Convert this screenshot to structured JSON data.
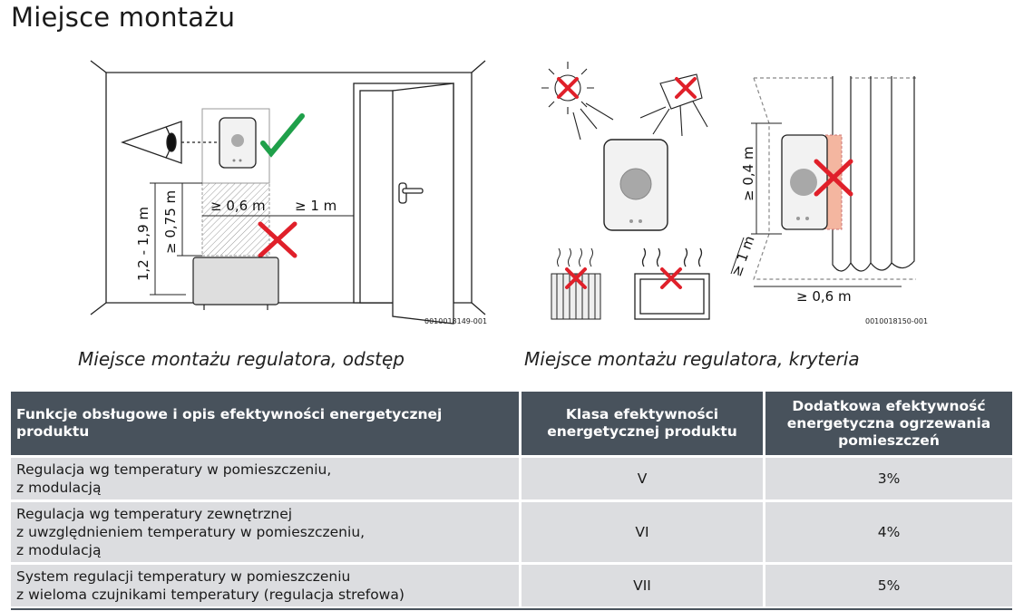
{
  "page": {
    "title": "Miejsce montażu"
  },
  "figures": {
    "left": {
      "caption": "Miejsce montażu regulatora, odstęp",
      "code": "0010018149-001",
      "dims": {
        "height_range": "1,2 - 1,9 m",
        "min_height": "≥ 0,75 m",
        "min_width": "≥ 0,6 m",
        "door_distance": "≥ 1 m"
      }
    },
    "right": {
      "caption": "Miejsce montażu regulatora, kryteria",
      "code": "0010018150-001",
      "dims": {
        "min_height": "≥ 0,4 m",
        "min_depth": "≥ 1 m",
        "min_width": "≥ 0,6 m"
      }
    }
  },
  "table": {
    "headers": [
      "Funkcje obsługowe i opis efektywności energetycznej produktu",
      "Klasa efektywności energetycznej produktu",
      "Dodatkowa efektywność energetyczna ogrzewania pomieszczeń"
    ],
    "rows": [
      {
        "description": "Regulacja wg temperatury w pomieszczeniu,\nz modulacją",
        "class": "V",
        "efficiency": "3%"
      },
      {
        "description": "Regulacja wg temperatury zewnętrznej\nz uwzględnieniem temperatury w pomieszczeniu,\nz modulacją",
        "class": "VI",
        "efficiency": "4%"
      },
      {
        "description": "System regulacji temperatury w pomieszczeniu\nz wieloma czujnikami temperatury (regulacja strefowa)",
        "class": "VII",
        "efficiency": "5%"
      }
    ]
  },
  "colors": {
    "header_bg": "#48525c",
    "row_bg": "#dcdde0",
    "check": "#1fa04a",
    "cross": "#e0202a",
    "forbidden_zone": "#f4b6a0"
  }
}
